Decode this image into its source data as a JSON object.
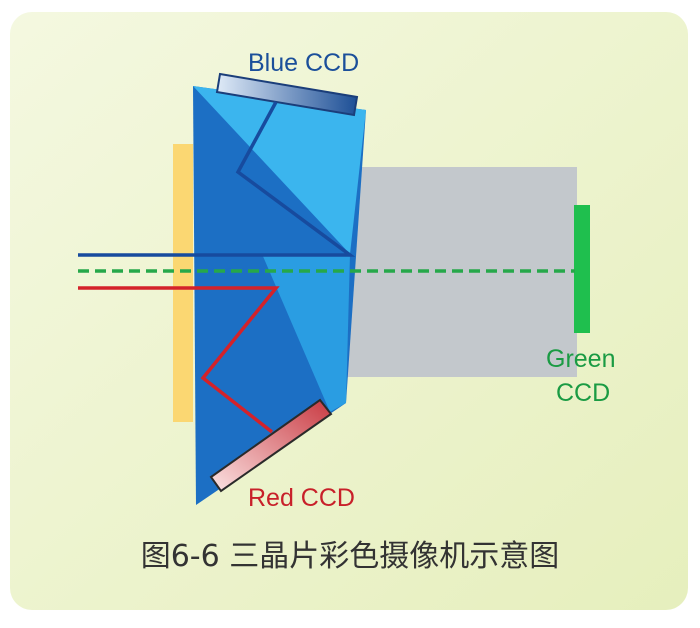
{
  "diagram": {
    "labels": {
      "blue_ccd": "Blue CCD",
      "red_ccd": "Red CCD",
      "green_ccd_line1": "Green",
      "green_ccd_line2": "CCD"
    },
    "caption": "图6-6 三晶片彩色摄像机示意图",
    "colors": {
      "background_panel": "#edf4c6",
      "filter_strip": "#fbd772",
      "prism_dark": "#1c6fc4",
      "prism_light": "#35b7ef",
      "gray_block": "#c3c8cc",
      "blue_beam": "#174b9e",
      "green_beam": "#26a84a",
      "red_beam": "#d4222a",
      "green_sensor": "#1fbf4e",
      "blue_label": "#1b4f9a",
      "red_label": "#c8202a",
      "green_label": "#1a9b43"
    }
  }
}
